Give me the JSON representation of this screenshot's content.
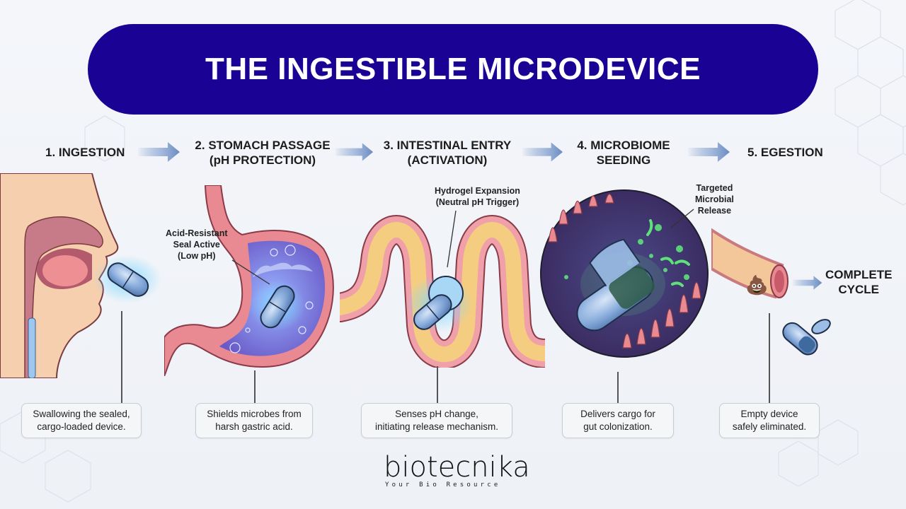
{
  "title": "THE INGESTIBLE MICRODEVICE",
  "colors": {
    "banner": "#1a0394",
    "arrow": "#6f8fc4",
    "tissue_pink": "#e98a92",
    "capsule_blue": "#7fa6d8",
    "microbe_green": "#5fe07a"
  },
  "steps": [
    {
      "title_line1": "1. INGESTION",
      "title_line2": "",
      "caption_line1": "Swallowing the sealed,",
      "caption_line2": "cargo-loaded device.",
      "illustration": "head-profile-swallowing-capsule"
    },
    {
      "title_line1": "2. STOMACH PASSAGE",
      "title_line2": "(pH PROTECTION)",
      "caption_line1": "Shields microbes from",
      "caption_line2": "harsh gastric acid.",
      "illustration": "stomach-with-capsule"
    },
    {
      "title_line1": "3. INTESTINAL ENTRY",
      "title_line2": "(ACTIVATION)",
      "caption_line1": "Senses pH change,",
      "caption_line2": "initiating release mechanism.",
      "illustration": "intestine-with-expanding-capsule"
    },
    {
      "title_line1": "4. MICROBIOME",
      "title_line2": "SEEDING",
      "caption_line1": "Delivers cargo for",
      "caption_line2": "gut colonization.",
      "illustration": "villi-closeup-capsule-releasing-microbes"
    },
    {
      "title_line1": "5. EGESTION",
      "title_line2": "",
      "caption_line1": "Empty device",
      "caption_line2": "safely eliminated.",
      "illustration": "colon-outlet-with-empty-capsule"
    }
  ],
  "annotations": {
    "stomach": [
      "Acid-Resistant",
      "Seal Active",
      "(Low pH)"
    ],
    "intestine": [
      "Hydrogel Expansion",
      "(Neutral pH Trigger)"
    ],
    "microbiome": [
      "Targeted",
      "Microbial",
      "Release"
    ]
  },
  "complete": {
    "line1": "COMPLETE",
    "line2": "CYCLE"
  },
  "logo": {
    "wordmark": "biotecnika",
    "tagline": "Your Bio Resource"
  }
}
